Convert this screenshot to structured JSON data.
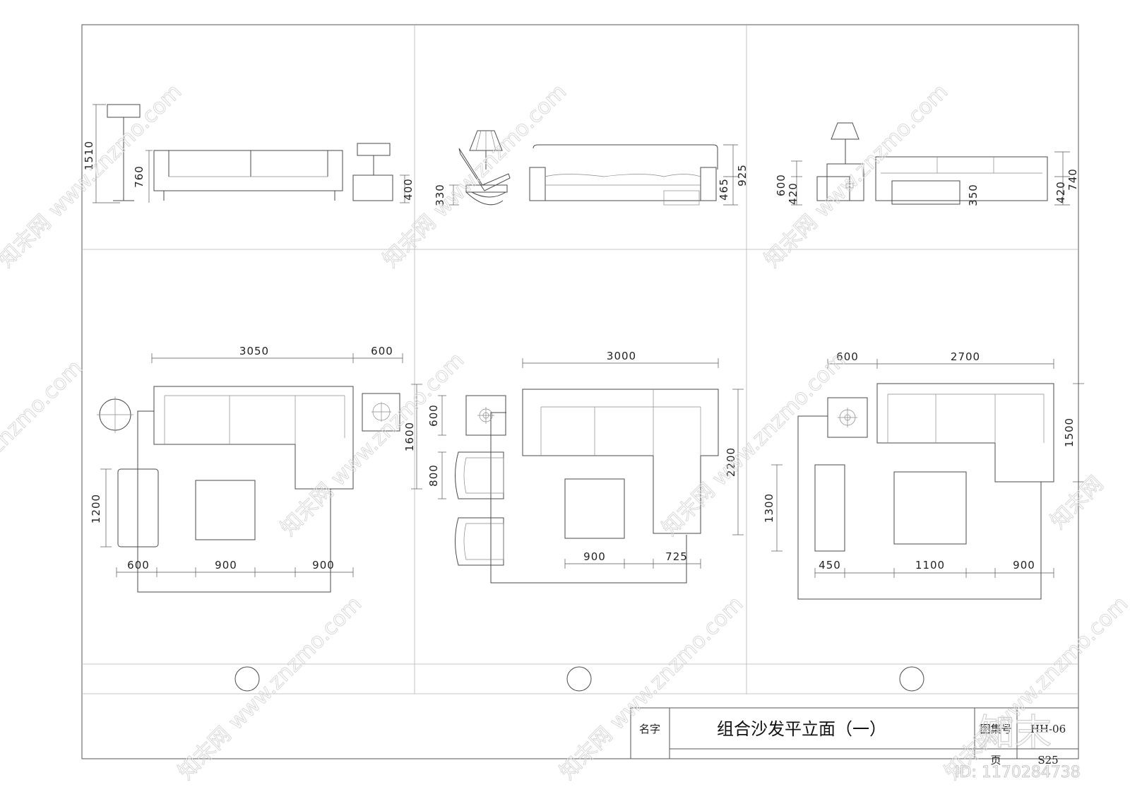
{
  "title_block": {
    "name_label": "名字",
    "title": "组合沙发平立面（一）",
    "atlas_label": "图集号",
    "atlas_value": "HH-06",
    "page_label": "页",
    "page_value": "S25"
  },
  "elevations": {
    "set1": {
      "lamp_height": "1510",
      "sofa_height": "760",
      "side_table_height": "400"
    },
    "set2": {
      "chair_height": "330",
      "seat_height": "465",
      "sofa_height": "925"
    },
    "set3": {
      "side_table_height": "600",
      "side_table_low": "420",
      "table_height": "350",
      "seat_height": "420",
      "sofa_height": "740"
    }
  },
  "plans": {
    "set1": {
      "sofa_width": "3050",
      "side_table_width": "600",
      "depth": "1600",
      "ottoman_length": "1200",
      "gap_left": "600",
      "table_width": "900",
      "gap_right": "900"
    },
    "set2": {
      "sofa_width": "3000",
      "side_table": "600",
      "armchair": "800",
      "depth": "2200",
      "table_width": "900",
      "gap_right": "725"
    },
    "set3": {
      "side_table_width": "600",
      "sofa_width": "2700",
      "depth": "1500",
      "bench_length": "1300",
      "bench_width": "450",
      "table_width": "1100",
      "gap_right": "900"
    }
  },
  "watermark": {
    "site": "www.znzmo.com",
    "brand": "知末网",
    "logo": "知末",
    "id_label": "ID: 1170284738"
  }
}
